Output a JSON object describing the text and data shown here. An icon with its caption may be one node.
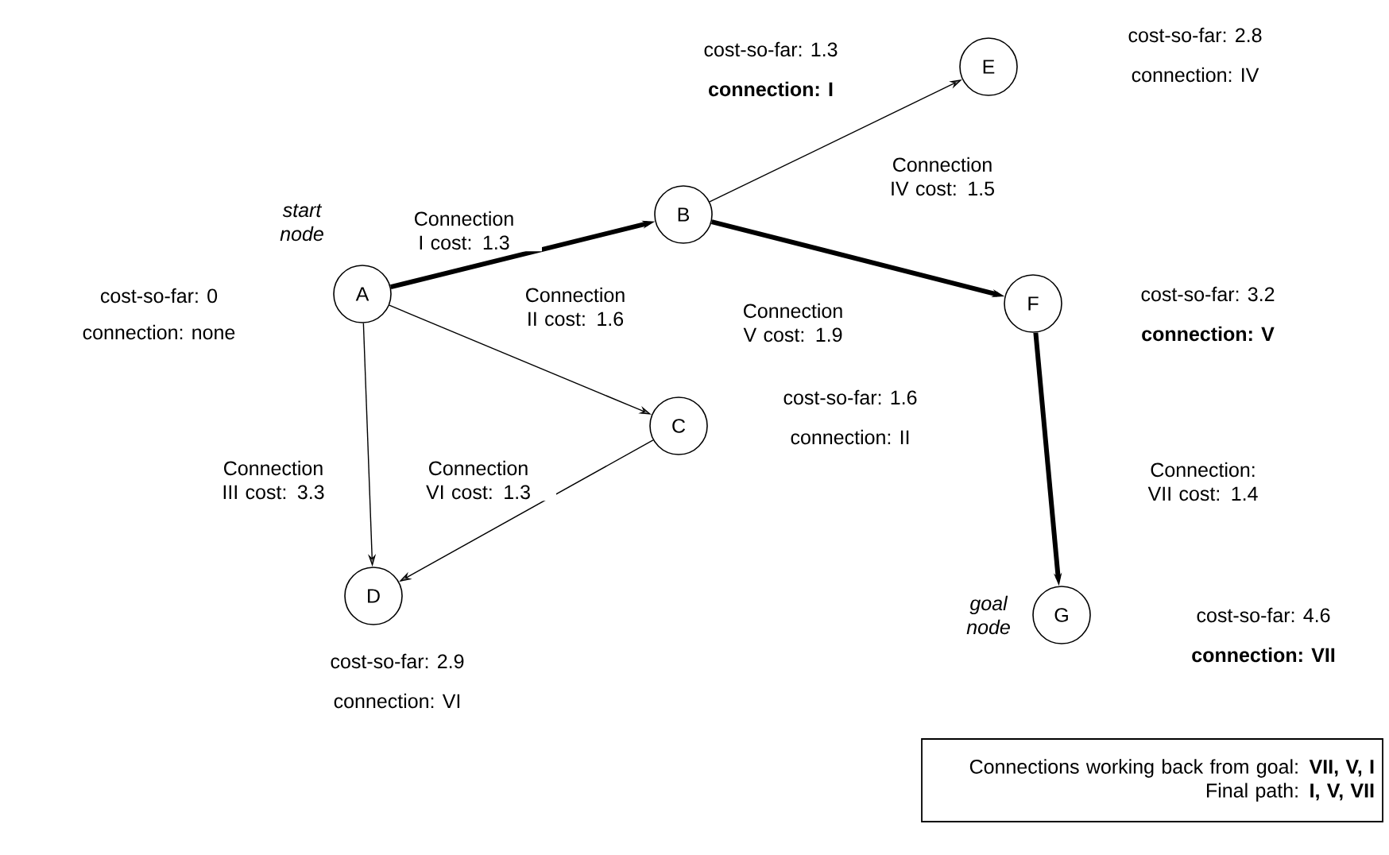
{
  "diagram": {
    "nodes": [
      {
        "text": [
          "A"
        ],
        "beside": [
          "start node",
          "cost-so-far: 0",
          "connection: none"
        ]
      },
      {
        "text": [
          "B"
        ],
        "beside": [
          "cost-so-far: 1.3",
          "connection: I"
        ]
      },
      {
        "text": [
          "C"
        ],
        "beside": [
          "cost-so-far: 1.6",
          "connection: II"
        ]
      },
      {
        "text": [
          "D"
        ],
        "beside": [
          "cost-so-far: 2.9",
          "connection: VI"
        ]
      },
      {
        "text": [
          "E"
        ],
        "beside": [
          "cost-so-far: 2.8",
          "connection: IV"
        ]
      },
      {
        "text": [
          "F"
        ],
        "beside": [
          "cost-so-far: 3.2",
          "connection: V"
        ]
      },
      {
        "text": [
          "G"
        ],
        "beside": [
          "goal node",
          "cost-so-far: 4.6",
          "connection: VII"
        ]
      },
      {
        "text": [
          "Connections working back from goal: **VII, V, I**",
          "Final path: **I, V, VII**"
        ]
      }
    ],
    "edges": [
      {
        "from": 0,
        "to": 1,
        "arrow": "to",
        "label": "Connection I cost: 1.3",
        "style": "thick"
      },
      {
        "from": 0,
        "to": 2,
        "arrow": "to",
        "label": "Connection II cost: 1.6"
      },
      {
        "from": 0,
        "to": 3,
        "arrow": "to",
        "label": "Connection III cost: 3.3"
      },
      {
        "from": 1,
        "to": 4,
        "arrow": "to",
        "label": "Connection IV cost: 1.5"
      },
      {
        "from": 1,
        "to": 5,
        "arrow": "to",
        "label": "Connection V cost: 1.9",
        "style": "thick"
      },
      {
        "from": 2,
        "to": 3,
        "arrow": "to",
        "label": "Connection VI cost: 1.3"
      },
      {
        "from": 5,
        "to": 6,
        "arrow": "to",
        "label": "Connection: VII cost: 1.4",
        "style": "thick"
      }
    ]
  }
}
